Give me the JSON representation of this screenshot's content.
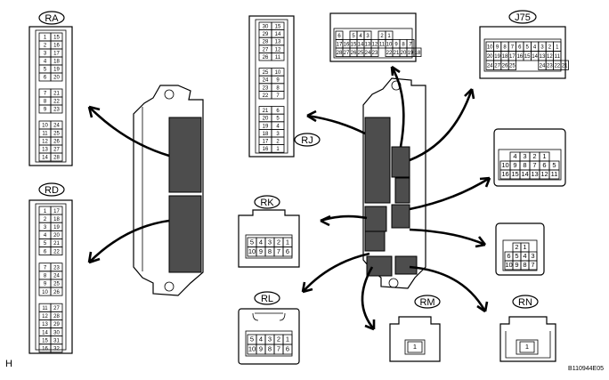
{
  "diagram": {
    "figure_id": "B110944E05",
    "corner_mark": "H",
    "connectors": [
      {
        "id": "ra",
        "name": "RA",
        "left": [
          "1",
          "2",
          "3",
          "4",
          "5",
          "6",
          "",
          "7",
          "8",
          "9",
          "",
          "10",
          "11",
          "12",
          "13",
          "14"
        ],
        "right": [
          "15",
          "16",
          "17",
          "18",
          "19",
          "20",
          "",
          "21",
          "22",
          "23",
          "",
          "24",
          "25",
          "26",
          "27",
          "28"
        ]
      },
      {
        "id": "rd",
        "name": "RD",
        "left": [
          "1",
          "2",
          "3",
          "4",
          "5",
          "6",
          "",
          "7",
          "8",
          "9",
          "10",
          "",
          "11",
          "12",
          "13",
          "14",
          "15",
          "16"
        ],
        "right": [
          "17",
          "18",
          "19",
          "20",
          "21",
          "22",
          "",
          "23",
          "24",
          "25",
          "26",
          "",
          "27",
          "28",
          "29",
          "30",
          "31",
          "32"
        ]
      },
      {
        "id": "rj",
        "name": "RJ",
        "left": [
          "30",
          "29",
          "28",
          "27",
          "26",
          "",
          "25",
          "24",
          "23",
          "22",
          "",
          "21",
          "20",
          "19",
          "18",
          "17",
          "16"
        ],
        "right": [
          "15",
          "14",
          "13",
          "12",
          "11",
          "",
          "10",
          "9",
          "8",
          "7",
          "",
          "6",
          "5",
          "4",
          "3",
          "2",
          "1"
        ]
      },
      {
        "id": "top",
        "name": "",
        "rows": [
          [
            "6",
            "",
            "5",
            "4",
            "3",
            "",
            "2",
            "1"
          ],
          [
            "17",
            "16",
            "15",
            "14",
            "13",
            "12",
            "11",
            "10",
            "9",
            "8",
            "7"
          ],
          [
            "28",
            "27",
            "26",
            "25",
            "24",
            "23",
            "",
            "22",
            "21",
            "20",
            "19",
            "18"
          ]
        ]
      },
      {
        "id": "j75",
        "name": "J75",
        "rows": [
          [
            "10",
            "9",
            "8",
            "7",
            "6",
            "5",
            "4",
            "3",
            "2",
            "1"
          ],
          [
            "20",
            "19",
            "18",
            "17",
            "16",
            "15",
            "14",
            "13",
            "12",
            "11"
          ],
          [
            "24",
            "27",
            "26",
            "25",
            "",
            "",
            "",
            "24",
            "23",
            "22",
            "21"
          ]
        ]
      },
      {
        "id": "right1",
        "name": "",
        "rows": [
          [
            "4",
            "3",
            "2",
            "1"
          ],
          [
            "10",
            "9",
            "8",
            "7",
            "6",
            "5"
          ],
          [
            "16",
            "15",
            "14",
            "13",
            "12",
            "11"
          ]
        ]
      },
      {
        "id": "right2",
        "name": "",
        "rows": [
          [
            "2",
            "1"
          ],
          [
            "6",
            "5",
            "4",
            "3"
          ],
          [
            "10",
            "9",
            "8",
            "7"
          ]
        ]
      },
      {
        "id": "rk",
        "name": "RK",
        "rows": [
          [
            "5",
            "4",
            "3",
            "2",
            "1"
          ],
          [
            "10",
            "9",
            "8",
            "7",
            "6"
          ]
        ]
      },
      {
        "id": "rl",
        "name": "RL",
        "rows": [
          [
            "5",
            "4",
            "3",
            "2",
            "1"
          ],
          [
            "10",
            "9",
            "8",
            "7",
            "6"
          ]
        ]
      },
      {
        "id": "rm",
        "name": "RM",
        "rows": [
          [
            "1"
          ]
        ]
      },
      {
        "id": "rn",
        "name": "RN",
        "rows": [
          [
            "1"
          ]
        ]
      }
    ]
  }
}
